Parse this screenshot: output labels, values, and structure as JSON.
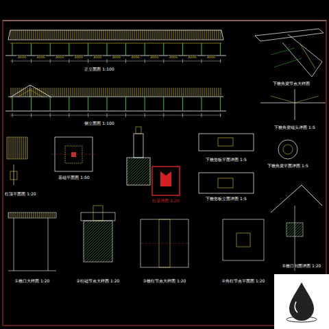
{
  "diagram": {
    "labels": [
      "正立面图 1:100",
      "侧立面图 1:100",
      "下檐角梁节点大样图",
      "下檐角梁端头详图 1:5",
      "基础平面图 1:50",
      "柱基详图 1:20",
      "下檐垫板平面详图 1:5",
      "下檐垫板立面详图 1:5",
      "下檐角梁平面详图 1:5",
      "柱顶平面图 1:20",
      "①檐口大样图 1:20",
      "②柱础节点大样图 1:20",
      "③檐柱节点大样图 1:20",
      "④角柱节点平面图 1:20",
      "⑤檐口剖面详图 1:20",
      "3000",
      "3000",
      "3000",
      "3000",
      "3000",
      "3000",
      "3000",
      "3000",
      "3000",
      "3000",
      "3000"
    ]
  }
}
